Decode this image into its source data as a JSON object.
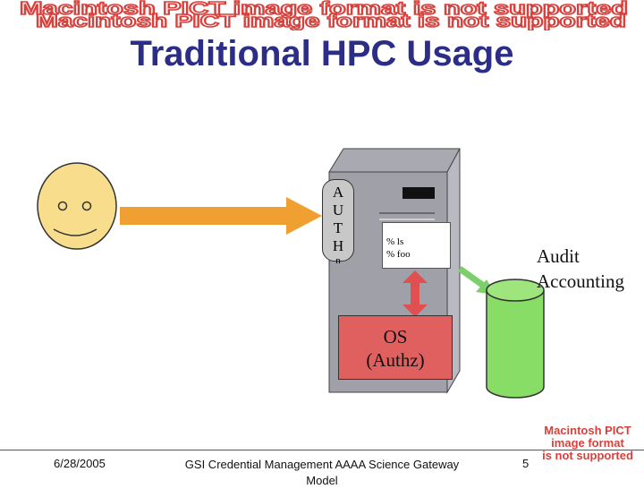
{
  "slide": {
    "title": "Traditional HPC Usage",
    "auth_letters": [
      "A",
      "U",
      "T",
      "H",
      "n"
    ],
    "terminal_lines": [
      "% ls",
      "% foo"
    ],
    "os_lines": [
      "OS",
      "(Authz)"
    ],
    "audit_lines": [
      "Audit",
      "Accounting"
    ]
  },
  "footer": {
    "date": "6/28/2005",
    "text_line1": "GSI Credential Management AAAA Science Gateway",
    "text_line2": "Model",
    "page": "5"
  },
  "pict_notice": [
    "Macintosh PICT",
    "image format",
    "is not supported"
  ],
  "pict_banner_text": "Macintosh PICT image format is not supported",
  "colors": {
    "title": "#2b2d86",
    "arrow": "#f0a030",
    "server_body": "#a0a0a8",
    "os_box": "#e06060",
    "database": "#88dd66",
    "link_arrow": "#7ccf6a",
    "double_arrow": "#e05050",
    "smiley": "#f7dd8c",
    "pict_red": "#d9403b"
  }
}
